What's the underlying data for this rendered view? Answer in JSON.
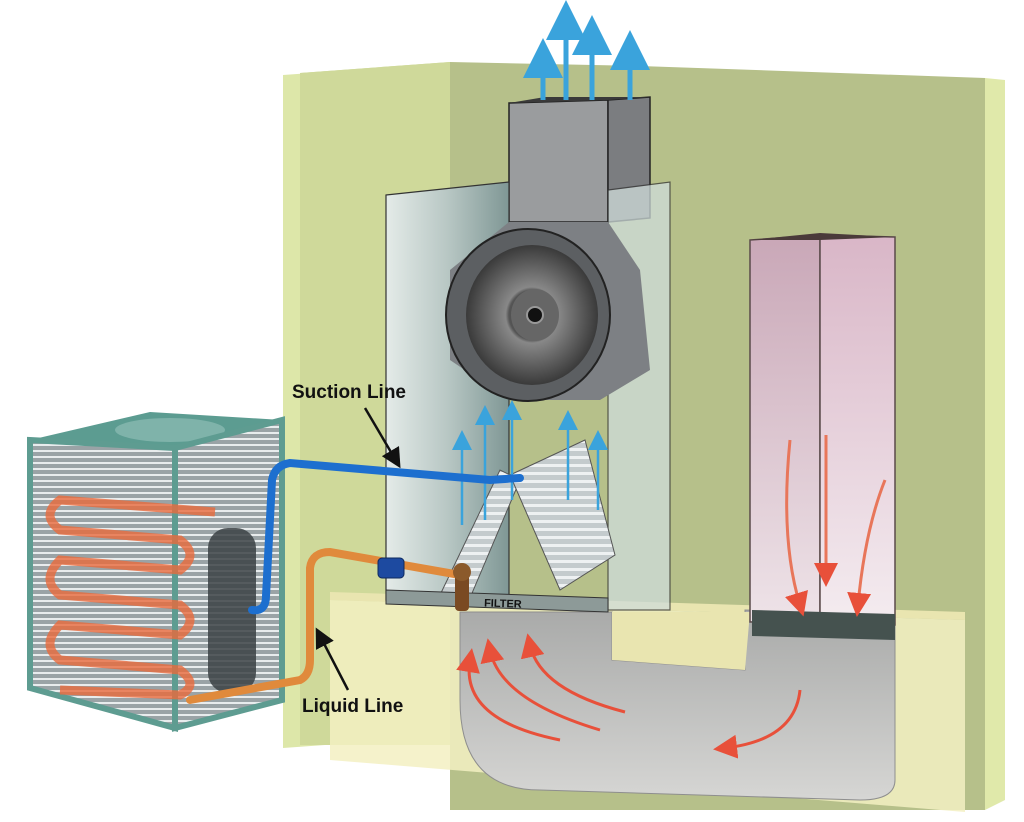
{
  "diagram": {
    "subject": "Central air conditioning system with outdoor condenser and indoor air handler",
    "labels": {
      "suction_line": "Suction Line",
      "liquid_line": "Liquid Line",
      "filter": "FILTER"
    },
    "components": [
      "outdoor-condenser-unit",
      "compressor",
      "condenser-coil",
      "suction-line",
      "liquid-line",
      "filter-drier",
      "expansion-valve",
      "evaporator-coil",
      "air-filter",
      "blower-fan",
      "supply-duct",
      "return-duct",
      "return-grille-column"
    ],
    "colors": {
      "wall_left": "#d4dfa0",
      "wall_back": "#b6c08a",
      "wall_right": "#dfe8a8",
      "floor_base": "#f3f0c2",
      "cool_air": "#3aa3dc",
      "warm_air": "#e8503a",
      "suction_pipe": "#1d6fcf",
      "liquid_pipe": "#e08a3c",
      "condenser_case": "#6fb3a6",
      "return_column": "#d9bccb"
    }
  }
}
